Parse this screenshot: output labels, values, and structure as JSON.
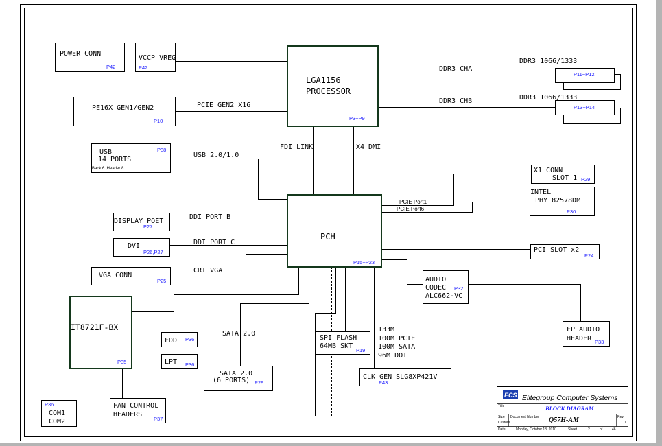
{
  "blocks": {
    "power_conn": {
      "label": "POWER CONN",
      "page": "P42"
    },
    "vccp_vreg": {
      "label": "VCCP VREG",
      "page": "P42"
    },
    "pe16x": {
      "label": "PE16X GEN1/GEN2",
      "page": "P10"
    },
    "usb": {
      "line1": "USB",
      "line2": "14 PORTS",
      "line3": "Back 6 ,Header 8",
      "page": "P38"
    },
    "display_port": {
      "label": "DISPLAY POET",
      "page": "P27"
    },
    "dvi": {
      "label": "DVI",
      "page": "P26,P27"
    },
    "vga_conn": {
      "label": "VGA CONN",
      "page": "P25"
    },
    "it8721": {
      "label": "IT8721F-BX",
      "page": "P35"
    },
    "fdd": {
      "label": "FDD",
      "page": "P36"
    },
    "lpt": {
      "label": "LPT",
      "page": "P36"
    },
    "com": {
      "line1": "COM1",
      "line2": "COM2",
      "page": "P36"
    },
    "fan_control": {
      "line1": "FAN CONTROL",
      "line2": "HEADERS",
      "page": "P37"
    },
    "sata_ports": {
      "line1": "SATA 2.0",
      "line2": "(6 PORTS)",
      "page": "P29"
    },
    "spi_flash": {
      "line1": "SPI FLASH",
      "line2": "64MB SKT",
      "page": "P19"
    },
    "clk_gen": {
      "label": "CLK GEN SLG8XP421V",
      "page": "P43"
    },
    "processor": {
      "line1": "LGA1156",
      "line2": "PROCESSOR",
      "page": "P3~P9"
    },
    "pch": {
      "label": "PCH",
      "page": "P15~P23"
    },
    "ddr3_a": {
      "page": "P11~P12"
    },
    "ddr3_b": {
      "page": "P13~P14"
    },
    "x1_conn": {
      "line1": "X1 CONN",
      "line2": "SLOT 1",
      "page": "P29"
    },
    "intel_phy": {
      "line1": "INTEL",
      "line2": "PHY 82578DM",
      "page": "P30"
    },
    "pci_slot": {
      "label": "PCI SLOT x2",
      "page": "P24"
    },
    "audio_codec": {
      "line1": "AUDIO",
      "line2": "CODEC",
      "line3": "ALC662-VC",
      "page": "P32"
    },
    "fp_audio": {
      "line1": "FP AUDIO",
      "line2": "HEADER",
      "page": "P33"
    }
  },
  "signals": {
    "pcie_gen2_x16": "PCIE GEN2 X16",
    "usb_20_10": "USB 2.0/1.0",
    "ddi_port_b": "DDI PORT B",
    "ddi_port_c": "DDI PORT C",
    "crt_vga": "CRT VGA",
    "sata_20": "SATA 2.0",
    "fdi_link": "FDI LINK",
    "x4_dmi": "X4 DMI",
    "ddr3_cha": "DDR3 CHA",
    "ddr3_chb": "DDR3 CHB",
    "ddr3_speed_a": "DDR3 1066/1333",
    "ddr3_speed_b": "DDR3 1066/1333",
    "pcie_port1": "PCIE Port1",
    "pcie_port6": "PCIE Port6",
    "clk_133m": "133M",
    "clk_100m_pcie": "100M PCIE",
    "clk_100m_sata": "100M SATA",
    "clk_96m_dot": "96M DOT"
  },
  "title_block": {
    "company": "Elitegroup Computer Systems",
    "logo_text": "ECS",
    "doc_title": "BLOCK DIAGRAM",
    "model": "Q57H-AM",
    "title_label": "Title",
    "size_label": "Size",
    "size_value": "Custom",
    "doc_number_label": "Document Number",
    "rev_label": "Rev",
    "rev_value": "1.0",
    "date_label": "Date:",
    "date_value": "Monday, October 18, 2010",
    "sheet_label": "Sheet",
    "sheet_value": "2",
    "of_label": "of",
    "total_sheets": "46"
  },
  "colors": {
    "main_block_border": "#14381c",
    "page_ref": "#1a1aff",
    "logo_blue": "#1a3fb0"
  }
}
